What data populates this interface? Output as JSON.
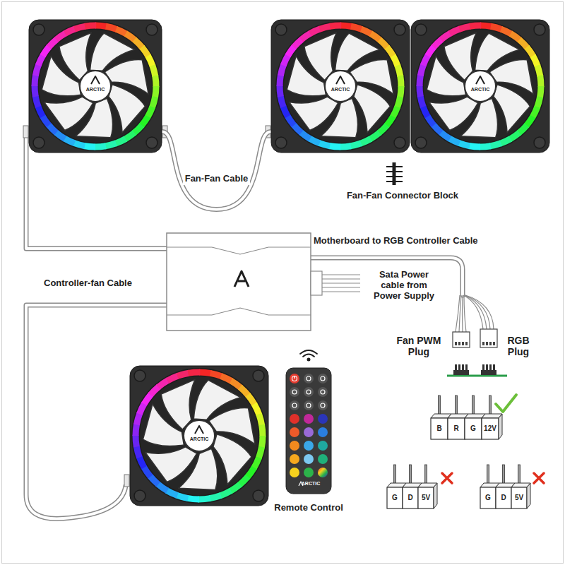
{
  "diagram": {
    "nodes": [
      {
        "text": [
          "ARCTIC"
        ]
      },
      {
        "text": [
          "ARCTIC"
        ]
      },
      {
        "text": [
          "ARCTIC"
        ]
      },
      {
        "text": [
          "ARCTIC"
        ]
      },
      {
        "text": [
          "ARCTIC",
          "Remote Control"
        ]
      }
    ],
    "edges": [
      {
        "from": 0,
        "to": 1,
        "arrow": "none",
        "label": "Fan-Fan Cable"
      }
    ],
    "labels": [
      "Fan-Fan Connector Block",
      "Motherboard to RGB Controller Cable",
      "Controller-fan Cable",
      "Sata Power cable from Power Supply",
      "Fan PWM Plug",
      "RGB Plug",
      "B",
      "R",
      "G",
      "12V",
      "G",
      "D",
      "5V",
      "G",
      "D",
      "5V"
    ]
  }
}
